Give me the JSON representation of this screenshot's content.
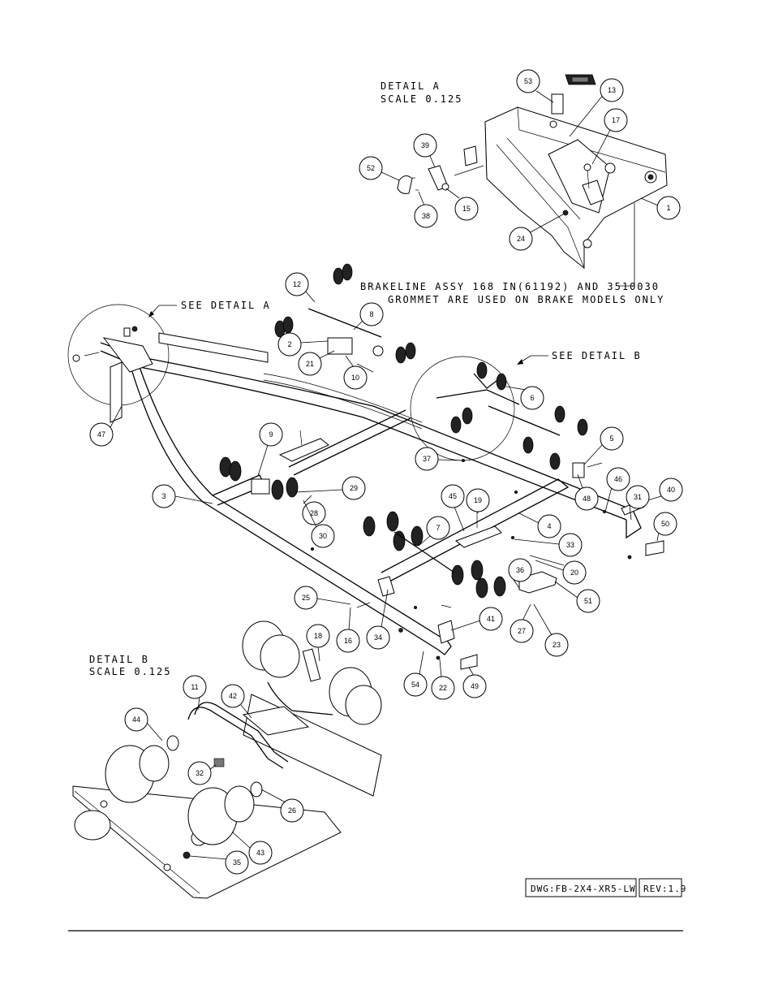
{
  "detail_a": {
    "title": "DETAIL  A",
    "scale": "SCALE  0.125"
  },
  "detail_b": {
    "title": "DETAIL  B",
    "scale": "SCALE  0.125"
  },
  "notes": {
    "brakeline_1": "BRAKELINE ASSY 168 IN(61192) AND 3510030",
    "brakeline_2": "GROMMET ARE USED ON BRAKE MODELS ONLY",
    "see_detail_a": "SEE DETAIL  A",
    "see_detail_b": "SEE DETAIL  B"
  },
  "title_block": {
    "drawing": "DWG:FB-2X4-XR5-LW",
    "revision": "REV:1.9"
  },
  "callouts": [
    "53",
    "13",
    "17",
    "39",
    "52",
    "15",
    "38",
    "1",
    "24",
    "12",
    "8",
    "2",
    "21",
    "10",
    "6",
    "47",
    "9",
    "5",
    "37",
    "29",
    "46",
    "40",
    "48",
    "31",
    "3",
    "28",
    "30",
    "45",
    "19",
    "4",
    "50",
    "33",
    "7",
    "20",
    "36",
    "51",
    "25",
    "16",
    "34",
    "41",
    "27",
    "23",
    "18",
    "54",
    "22",
    "49",
    "11",
    "42",
    "44",
    "32",
    "26",
    "43",
    "35"
  ]
}
